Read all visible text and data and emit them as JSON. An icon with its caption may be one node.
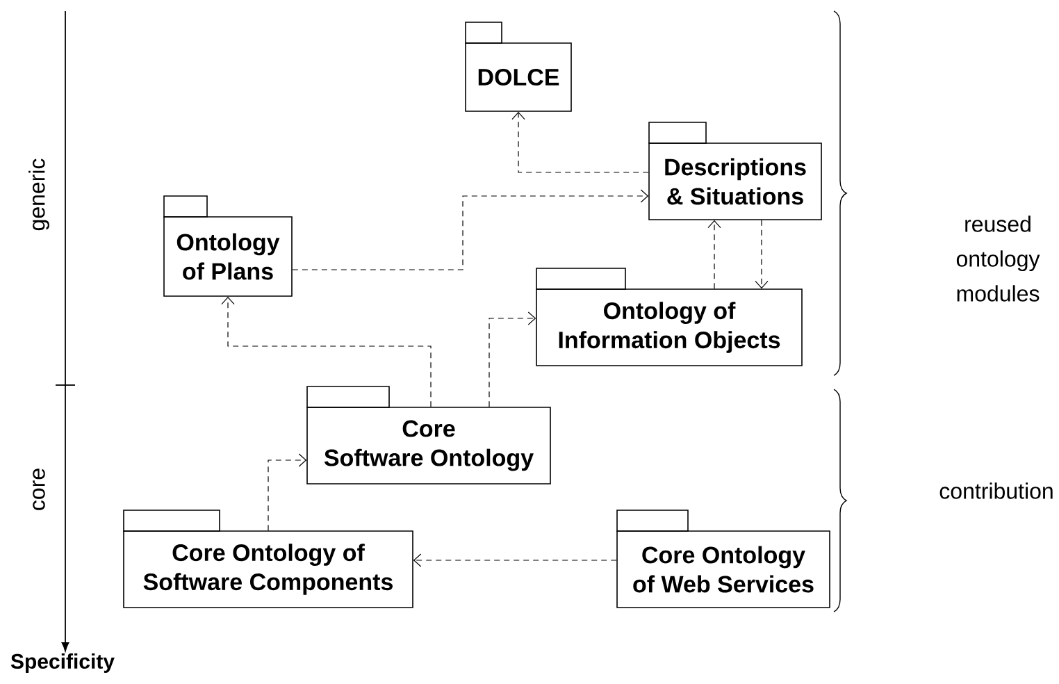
{
  "diagram": {
    "nodes": [
      {
        "text": [
          "DOLCE"
        ]
      },
      {
        "text": [
          "Descriptions & Situations"
        ]
      },
      {
        "text": [
          "Ontology of Plans"
        ]
      },
      {
        "text": [
          "Ontology of Information Objects"
        ]
      },
      {
        "text": [
          "Core Software Ontology"
        ]
      },
      {
        "text": [
          "Core Ontology of Software Components"
        ]
      },
      {
        "text": [
          "Core Ontology of Web Services"
        ]
      }
    ],
    "edges": [
      {
        "from": 1,
        "to": 0,
        "arrow": "to",
        "style": "dashed"
      },
      {
        "from": 2,
        "to": 1,
        "arrow": "to",
        "style": "dashed"
      },
      {
        "from": 3,
        "to": 1,
        "arrow": "to",
        "style": "dashed"
      },
      {
        "from": 1,
        "to": 3,
        "arrow": "to",
        "style": "dashed"
      },
      {
        "from": 4,
        "to": 2,
        "arrow": "to",
        "style": "dashed"
      },
      {
        "from": 4,
        "to": 3,
        "arrow": "to",
        "style": "dashed"
      },
      {
        "from": 5,
        "to": 4,
        "arrow": "to",
        "style": "dashed"
      },
      {
        "from": 6,
        "to": 5,
        "arrow": "to",
        "style": "dashed"
      }
    ],
    "labels": [
      "generic",
      "core",
      "Specificity",
      "reused ontology modules",
      "contribution"
    ]
  }
}
